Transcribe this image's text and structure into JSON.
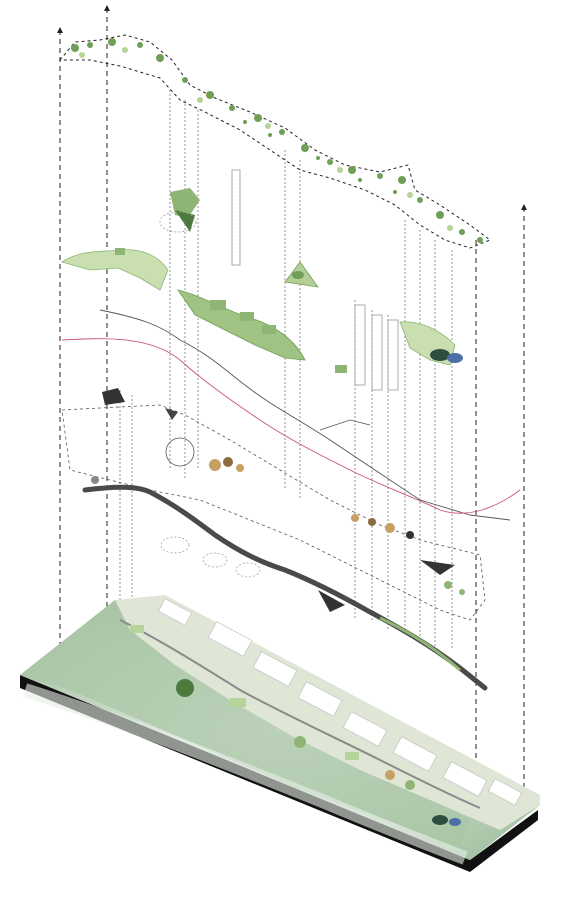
{
  "diagram": {
    "type": "exploded-axonometric-layers",
    "layer_order_top_to_bottom": [
      "canopy-vegetation-layer",
      "green-spaces-and-buildings-layer",
      "topography-contour-layer",
      "circulation-and-amenities-layer",
      "base-site-plan"
    ],
    "colors": {
      "vegetation_dark": "#5f8a4a",
      "vegetation_mid": "#8fb574",
      "vegetation_light": "#c9dfb0",
      "contour_line": "#555555",
      "contour_accent": "#c9566e",
      "path_dark": "#4a4a4a",
      "river_green": "#a9c6a6",
      "river_mist": "#e6eee6",
      "buildings": "#e8e8e8",
      "base_edge": "#111111",
      "guide_line": "#222222"
    }
  }
}
